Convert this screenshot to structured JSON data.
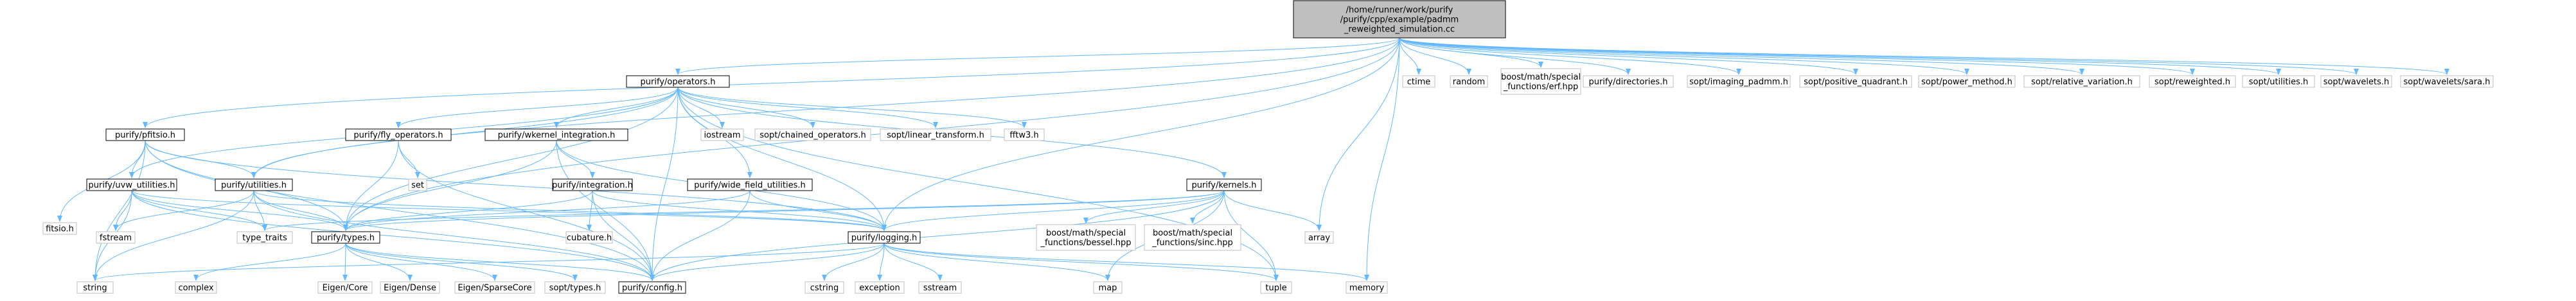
{
  "graph": {
    "root": {
      "lines": [
        "/home/runner/work/purify",
        "/purify/cpp/example/padmm",
        "_reweighted_simulation.cc"
      ]
    },
    "nodes": {
      "operators": {
        "lines": [
          "purify/operators.h"
        ]
      },
      "logging": {
        "lines": [
          "purify/logging.h"
        ]
      },
      "types": {
        "lines": [
          "purify/types.h"
        ]
      },
      "config": {
        "lines": [
          "purify/config.h"
        ]
      },
      "pfitsio": {
        "lines": [
          "purify/pfitsio.h"
        ]
      },
      "uvw_utilities": {
        "lines": [
          "purify/uvw_utilities.h"
        ]
      },
      "utilities": {
        "lines": [
          "purify/utilities.h"
        ]
      },
      "fly_operators": {
        "lines": [
          "purify/fly_operators.h"
        ]
      },
      "wkernel_integration": {
        "lines": [
          "purify/wkernel_integration.h"
        ]
      },
      "integration": {
        "lines": [
          "purify/integration.h"
        ]
      },
      "wide_field_utilities": {
        "lines": [
          "purify/wide_field_utilities.h"
        ]
      },
      "kernels": {
        "lines": [
          "purify/kernels.h"
        ]
      },
      "ctime": {
        "lines": [
          "ctime"
        ]
      },
      "random": {
        "lines": [
          "random"
        ]
      },
      "erf": {
        "lines": [
          "boost/math/special",
          "_functions/erf.hpp"
        ]
      },
      "directories": {
        "lines": [
          "purify/directories.h"
        ]
      },
      "imaging_padmm": {
        "lines": [
          "sopt/imaging_padmm.h"
        ]
      },
      "positive_quadrant": {
        "lines": [
          "sopt/positive_quadrant.h"
        ]
      },
      "power_method": {
        "lines": [
          "sopt/power_method.h"
        ]
      },
      "relative_variation": {
        "lines": [
          "sopt/relative_variation.h"
        ]
      },
      "reweighted": {
        "lines": [
          "sopt/reweighted.h"
        ]
      },
      "sopt_utilities": {
        "lines": [
          "sopt/utilities.h"
        ]
      },
      "wavelets": {
        "lines": [
          "sopt/wavelets.h"
        ]
      },
      "sara": {
        "lines": [
          "sopt/wavelets/sara.h"
        ]
      },
      "iostream": {
        "lines": [
          "iostream"
        ]
      },
      "chained_operators": {
        "lines": [
          "sopt/chained_operators.h"
        ]
      },
      "linear_transform": {
        "lines": [
          "sopt/linear_transform.h"
        ]
      },
      "fftw3": {
        "lines": [
          "fftw3.h"
        ]
      },
      "set": {
        "lines": [
          "set"
        ]
      },
      "fitsio": {
        "lines": [
          "fitsio.h"
        ]
      },
      "fstream": {
        "lines": [
          "fstream"
        ]
      },
      "type_traits": {
        "lines": [
          "type_traits"
        ]
      },
      "string": {
        "lines": [
          "string"
        ]
      },
      "cubature": {
        "lines": [
          "cubature.h"
        ]
      },
      "bessel": {
        "lines": [
          "boost/math/special",
          "_functions/bessel.hpp"
        ]
      },
      "sinc": {
        "lines": [
          "boost/math/special",
          "_functions/sinc.hpp"
        ]
      },
      "array": {
        "lines": [
          "array"
        ]
      },
      "complex": {
        "lines": [
          "complex"
        ]
      },
      "eigen_core": {
        "lines": [
          "Eigen/Core"
        ]
      },
      "eigen_dense": {
        "lines": [
          "Eigen/Dense"
        ]
      },
      "eigen_sparsecore": {
        "lines": [
          "Eigen/SparseCore"
        ]
      },
      "sopt_types": {
        "lines": [
          "sopt/types.h"
        ]
      },
      "cstring": {
        "lines": [
          "cstring"
        ]
      },
      "exception": {
        "lines": [
          "exception"
        ]
      },
      "sstream": {
        "lines": [
          "sstream"
        ]
      },
      "map": {
        "lines": [
          "map"
        ]
      },
      "tuple": {
        "lines": [
          "tuple"
        ]
      },
      "memory": {
        "lines": [
          "memory"
        ]
      }
    },
    "edges": [
      [
        "root",
        "operators"
      ],
      [
        "root",
        "logging"
      ],
      [
        "root",
        "types"
      ],
      [
        "root",
        "pfitsio"
      ],
      [
        "root",
        "utilities"
      ],
      [
        "root",
        "ctime"
      ],
      [
        "root",
        "random"
      ],
      [
        "root",
        "erf"
      ],
      [
        "root",
        "directories"
      ],
      [
        "root",
        "imaging_padmm"
      ],
      [
        "root",
        "positive_quadrant"
      ],
      [
        "root",
        "power_method"
      ],
      [
        "root",
        "relative_variation"
      ],
      [
        "root",
        "reweighted"
      ],
      [
        "root",
        "sopt_utilities"
      ],
      [
        "root",
        "wavelets"
      ],
      [
        "root",
        "sara"
      ],
      [
        "root",
        "array"
      ],
      [
        "root",
        "memory"
      ],
      [
        "operators",
        "iostream"
      ],
      [
        "operators",
        "chained_operators"
      ],
      [
        "operators",
        "linear_transform"
      ],
      [
        "operators",
        "fftw3"
      ],
      [
        "operators",
        "fly_operators"
      ],
      [
        "operators",
        "wkernel_integration"
      ],
      [
        "operators",
        "wide_field_utilities"
      ],
      [
        "operators",
        "kernels"
      ],
      [
        "operators",
        "utilities"
      ],
      [
        "operators",
        "uvw_utilities"
      ],
      [
        "operators",
        "logging"
      ],
      [
        "operators",
        "types"
      ],
      [
        "operators",
        "config"
      ],
      [
        "operators",
        "tuple"
      ],
      [
        "fly_operators",
        "set"
      ],
      [
        "fly_operators",
        "types"
      ],
      [
        "fly_operators",
        "config"
      ],
      [
        "wkernel_integration",
        "integration"
      ],
      [
        "wkernel_integration",
        "types"
      ],
      [
        "wkernel_integration",
        "config"
      ],
      [
        "wkernel_integration",
        "logging"
      ],
      [
        "integration",
        "cubature"
      ],
      [
        "integration",
        "types"
      ],
      [
        "integration",
        "config"
      ],
      [
        "integration",
        "logging"
      ],
      [
        "wide_field_utilities",
        "types"
      ],
      [
        "wide_field_utilities",
        "logging"
      ],
      [
        "wide_field_utilities",
        "config"
      ],
      [
        "kernels",
        "bessel"
      ],
      [
        "kernels",
        "sinc"
      ],
      [
        "kernels",
        "array"
      ],
      [
        "kernels",
        "logging"
      ],
      [
        "kernels",
        "types"
      ],
      [
        "kernels",
        "config"
      ],
      [
        "kernels",
        "map"
      ],
      [
        "kernels",
        "tuple"
      ],
      [
        "kernels",
        "type_traits"
      ],
      [
        "pfitsio",
        "fitsio"
      ],
      [
        "pfitsio",
        "uvw_utilities"
      ],
      [
        "pfitsio",
        "utilities"
      ],
      [
        "pfitsio",
        "types"
      ],
      [
        "pfitsio",
        "logging"
      ],
      [
        "pfitsio",
        "string"
      ],
      [
        "pfitsio",
        "config"
      ],
      [
        "uvw_utilities",
        "fstream"
      ],
      [
        "uvw_utilities",
        "string"
      ],
      [
        "uvw_utilities",
        "types"
      ],
      [
        "uvw_utilities",
        "logging"
      ],
      [
        "uvw_utilities",
        "type_traits"
      ],
      [
        "uvw_utilities",
        "config"
      ],
      [
        "utilities",
        "fstream"
      ],
      [
        "utilities",
        "type_traits"
      ],
      [
        "utilities",
        "string"
      ],
      [
        "utilities",
        "types"
      ],
      [
        "utilities",
        "logging"
      ],
      [
        "utilities",
        "config"
      ],
      [
        "types",
        "complex"
      ],
      [
        "types",
        "eigen_core"
      ],
      [
        "types",
        "eigen_dense"
      ],
      [
        "types",
        "eigen_sparsecore"
      ],
      [
        "types",
        "sopt_types"
      ],
      [
        "types",
        "config"
      ],
      [
        "logging",
        "config"
      ],
      [
        "logging",
        "cstring"
      ],
      [
        "logging",
        "exception"
      ],
      [
        "logging",
        "sstream"
      ],
      [
        "logging",
        "map"
      ],
      [
        "logging",
        "tuple"
      ],
      [
        "logging",
        "memory"
      ],
      [
        "logging",
        "string"
      ]
    ]
  }
}
